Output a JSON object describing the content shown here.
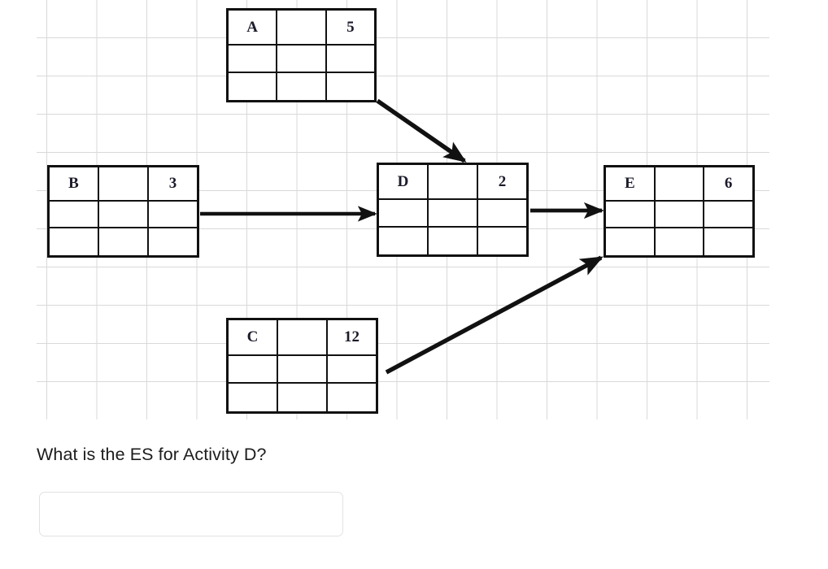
{
  "diagram": {
    "type": "activity-on-node-network",
    "caption_visible": false,
    "nodes": [
      {
        "id": "A",
        "label": "A",
        "duration": "5",
        "middle": "",
        "bottom_left": "",
        "bottom_mid": "",
        "bottom_right": "",
        "mid_left": "",
        "mid_mid": "",
        "mid_right": ""
      },
      {
        "id": "B",
        "label": "B",
        "duration": "3",
        "middle": "",
        "bottom_left": "",
        "bottom_mid": "",
        "bottom_right": "",
        "mid_left": "",
        "mid_mid": "",
        "mid_right": ""
      },
      {
        "id": "C",
        "label": "C",
        "duration": "12",
        "middle": "",
        "bottom_left": "",
        "bottom_mid": "",
        "bottom_right": "",
        "mid_left": "",
        "mid_mid": "",
        "mid_right": ""
      },
      {
        "id": "D",
        "label": "D",
        "duration": "2",
        "middle": "",
        "bottom_left": "",
        "bottom_mid": "",
        "bottom_right": "",
        "mid_left": "",
        "mid_mid": "",
        "mid_right": ""
      },
      {
        "id": "E",
        "label": "E",
        "duration": "6",
        "middle": "",
        "bottom_left": "",
        "bottom_mid": "",
        "bottom_right": "",
        "mid_left": "",
        "mid_mid": "",
        "mid_right": ""
      }
    ],
    "edges": [
      {
        "from": "A",
        "to": "D"
      },
      {
        "from": "B",
        "to": "D"
      },
      {
        "from": "D",
        "to": "E"
      },
      {
        "from": "C",
        "to": "E"
      }
    ],
    "colors": {
      "box_border": "#111111",
      "grid_line": "#d9d9d9",
      "arrow": "#111111",
      "text": "#1b1b2b"
    }
  },
  "question": {
    "text": "What is the ES for Activity D?",
    "answer_value": "",
    "answer_placeholder": ""
  }
}
